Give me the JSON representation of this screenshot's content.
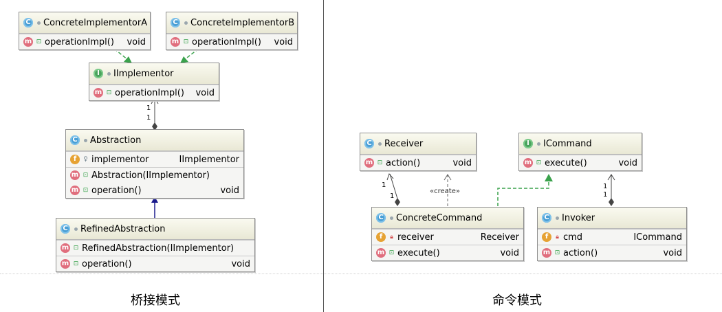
{
  "colors": {
    "dependency_green": "#3aa24c",
    "inherit_navy": "#1a1a8c",
    "class_badge_blue": "#4a9fd5",
    "interface_badge_green": "#49a35c",
    "method_badge_pink": "#e06e7d",
    "field_badge_orange": "#e6a233"
  },
  "icons": {
    "class": "class-badge-icon (C)",
    "interface": "interface-badge-icon (I)",
    "method": "method-badge-icon (m)",
    "field": "field-badge-icon (f)"
  },
  "bridge": {
    "caption": "桥接模式",
    "concreteA": {
      "name": "ConcreteImplementorA",
      "m1": {
        "name": "operationImpl()",
        "type": "void"
      }
    },
    "concreteB": {
      "name": "ConcreteImplementorB",
      "m1": {
        "name": "operationImpl()",
        "type": "void"
      }
    },
    "iimpl": {
      "name": "IImplementor",
      "m1": {
        "name": "operationImpl()",
        "type": "void"
      }
    },
    "abstraction": {
      "name": "Abstraction",
      "f1": {
        "name": "implementor",
        "type": "IImplementor"
      },
      "m1": {
        "name": "Abstraction(IImplementor)",
        "type": ""
      },
      "m2": {
        "name": "operation()",
        "type": "void"
      }
    },
    "refined": {
      "name": "RefinedAbstraction",
      "m1": {
        "name": "RefinedAbstraction(IImplementor)",
        "type": ""
      },
      "m2": {
        "name": "operation()",
        "type": "void"
      }
    },
    "mult_top": "1",
    "mult_bottom": "1"
  },
  "command": {
    "caption": "命令模式",
    "receiver": {
      "name": "Receiver",
      "m1": {
        "name": "action()",
        "type": "void"
      }
    },
    "icommand": {
      "name": "ICommand",
      "m1": {
        "name": "execute()",
        "type": "void"
      }
    },
    "concrete": {
      "name": "ConcreteCommand",
      "f1": {
        "name": "receiver",
        "type": "Receiver"
      },
      "m1": {
        "name": "execute()",
        "type": "void"
      }
    },
    "invoker": {
      "name": "Invoker",
      "f1": {
        "name": "cmd",
        "type": "ICommand"
      },
      "m1": {
        "name": "action()",
        "type": "void"
      }
    },
    "create_label": "«create»",
    "mult_recv_top": "1",
    "mult_recv_bottom": "1",
    "mult_inv_top": "1",
    "mult_inv_bottom": "1"
  }
}
